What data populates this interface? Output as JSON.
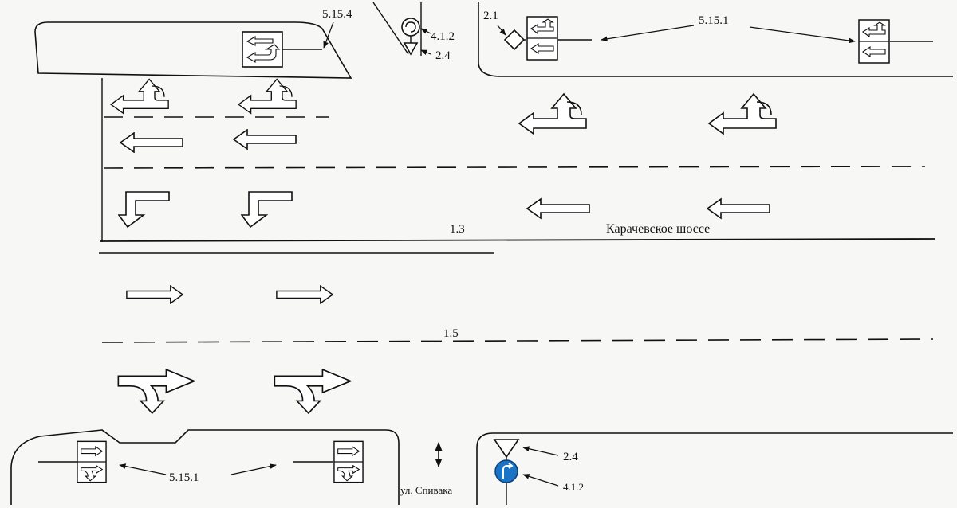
{
  "road_markings": {
    "solid_line": "1.3",
    "dashed_line": "1.5"
  },
  "streets": {
    "main_road": "Карачевское шоссе",
    "side_street": "ул. Спивака"
  },
  "sign_labels": {
    "sign_5_15_4": "5.15.4",
    "sign_4_1_2_top": "4.1.2",
    "sign_2_4_top": "2.4",
    "sign_2_1": "2.1",
    "sign_5_15_1_top": "5.15.1",
    "sign_5_15_1_bottom": "5.15.1",
    "sign_2_4_bottom": "2.4",
    "sign_4_1_2_bottom": "4.1.2"
  },
  "colors": {
    "ink": "#111111",
    "paper": "#f7f7f5",
    "blue_sign": "#1b73c6",
    "white": "#ffffff"
  },
  "icons": {
    "lane_arrow_left": "arrow-left-icon",
    "lane_arrow_right": "arrow-right-icon",
    "lane_arrow_left_or_uturn": "arrow-left-uturn-icon",
    "lane_arrow_left_down": "arrow-turn-down-icon",
    "lane_arrow_right_or_down": "arrow-right-down-icon",
    "sign_give_way": "triangle-sign-icon",
    "sign_priority": "diamond-sign-icon",
    "sign_mandatory_right": "round-blue-sign-icon",
    "sign_lane_directions": "lane-sign-icon",
    "two_way_arrow": "double-arrow-icon"
  }
}
